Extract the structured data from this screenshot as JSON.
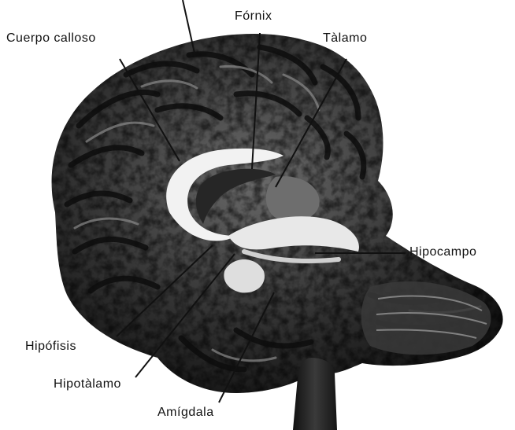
{
  "diagram": {
    "labels": {
      "cuerpo_calloso": "Cuerpo calloso",
      "fornix": "Fórnix",
      "talamo": "Tàlamo",
      "hipocampo": "Hipocampo",
      "hipofisis": "Hipófisis",
      "hipotalamo": "Hipotàlamo",
      "amigdala": "Amígdala"
    },
    "colors": {
      "ink": "#111111",
      "tissue_dark": "#1c1c1c",
      "tissue_mid": "#5a5a5a",
      "tissue_light": "#9a9a9a",
      "highlight": "#f2f2f2"
    }
  }
}
